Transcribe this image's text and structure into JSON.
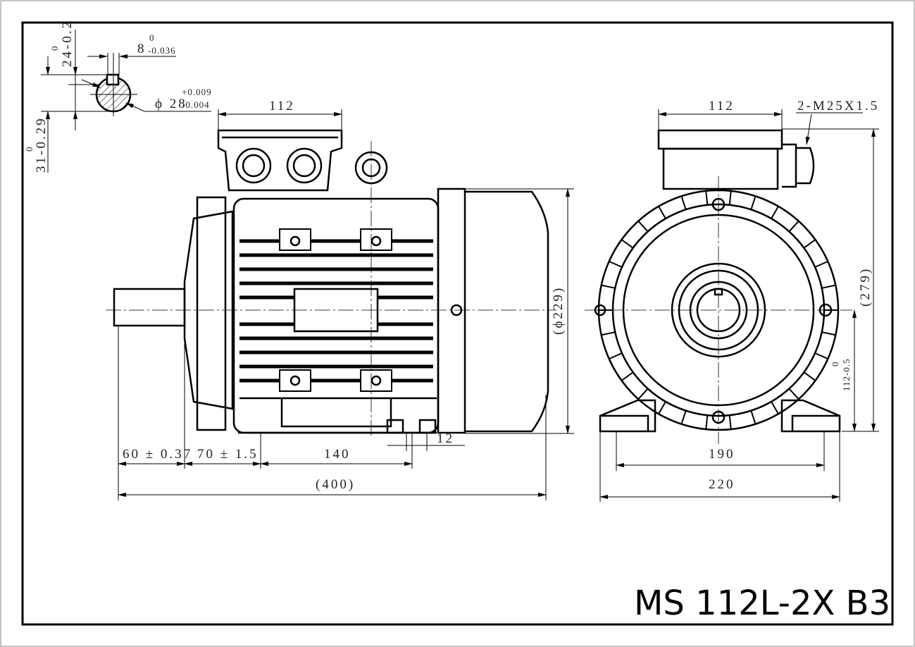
{
  "title": "MS 112L-2X B3",
  "shaft_detail": {
    "key_width": "8",
    "key_width_tol_upper": "0",
    "key_width_tol_lower": "-0.036",
    "key_height": "24-0.2",
    "key_height_tol_upper": "0",
    "shaft_dia": "ϕ 28",
    "shaft_dia_tol_upper": "+0.009",
    "shaft_dia_tol_lower": "-0.004",
    "shaft_height": "31-0.29",
    "shaft_height_tol_upper": "0"
  },
  "side_view": {
    "terminal_box_width": "112",
    "fan_cover_dia": "(ϕ229)",
    "shaft_length": "60 ± 0.37",
    "flange_to_foot": "70 ± 1.5",
    "foot_spacing": "140",
    "foot_hole": "12",
    "overall_length": "(400)"
  },
  "front_view": {
    "terminal_box_width": "112",
    "cable_gland": "2-M25X1.5",
    "overall_height": "(279)",
    "shaft_height": "112-0.5",
    "shaft_height_tol_upper": "0",
    "foot_hole_spacing": "190",
    "foot_width": "220"
  }
}
